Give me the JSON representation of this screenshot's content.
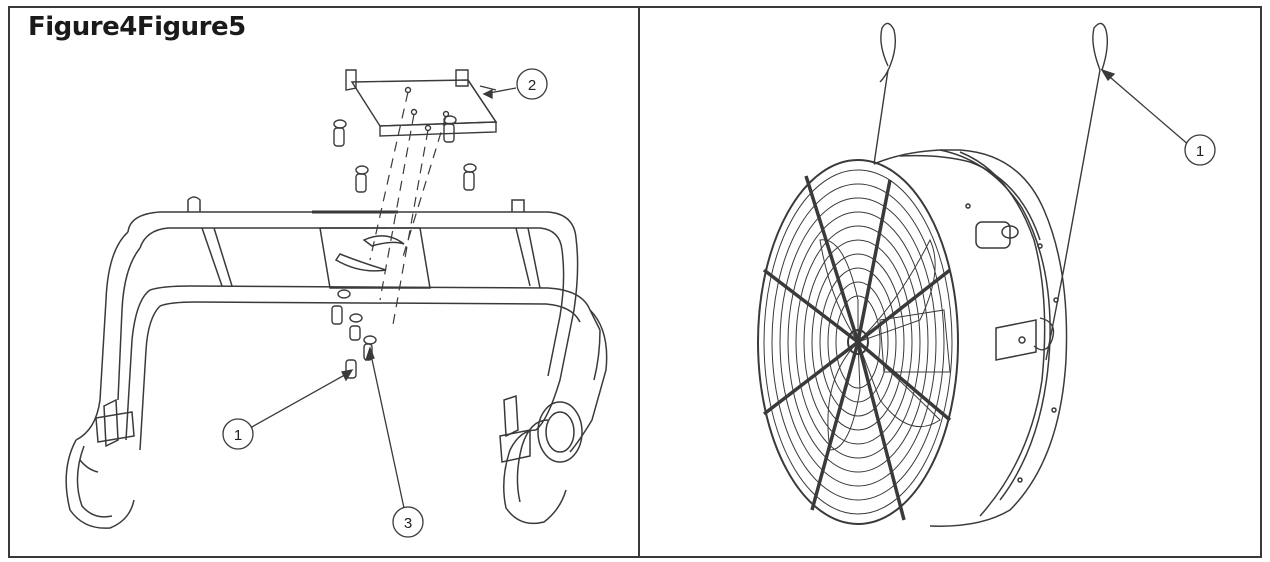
{
  "figure": {
    "title": "Figure4Figure5"
  },
  "callouts": {
    "left": [
      {
        "label": "1"
      },
      {
        "label": "2"
      },
      {
        "label": "3"
      }
    ],
    "right": [
      {
        "label": "1"
      }
    ]
  },
  "colors": {
    "line": "#3a3a3a",
    "background": "#ffffff"
  }
}
